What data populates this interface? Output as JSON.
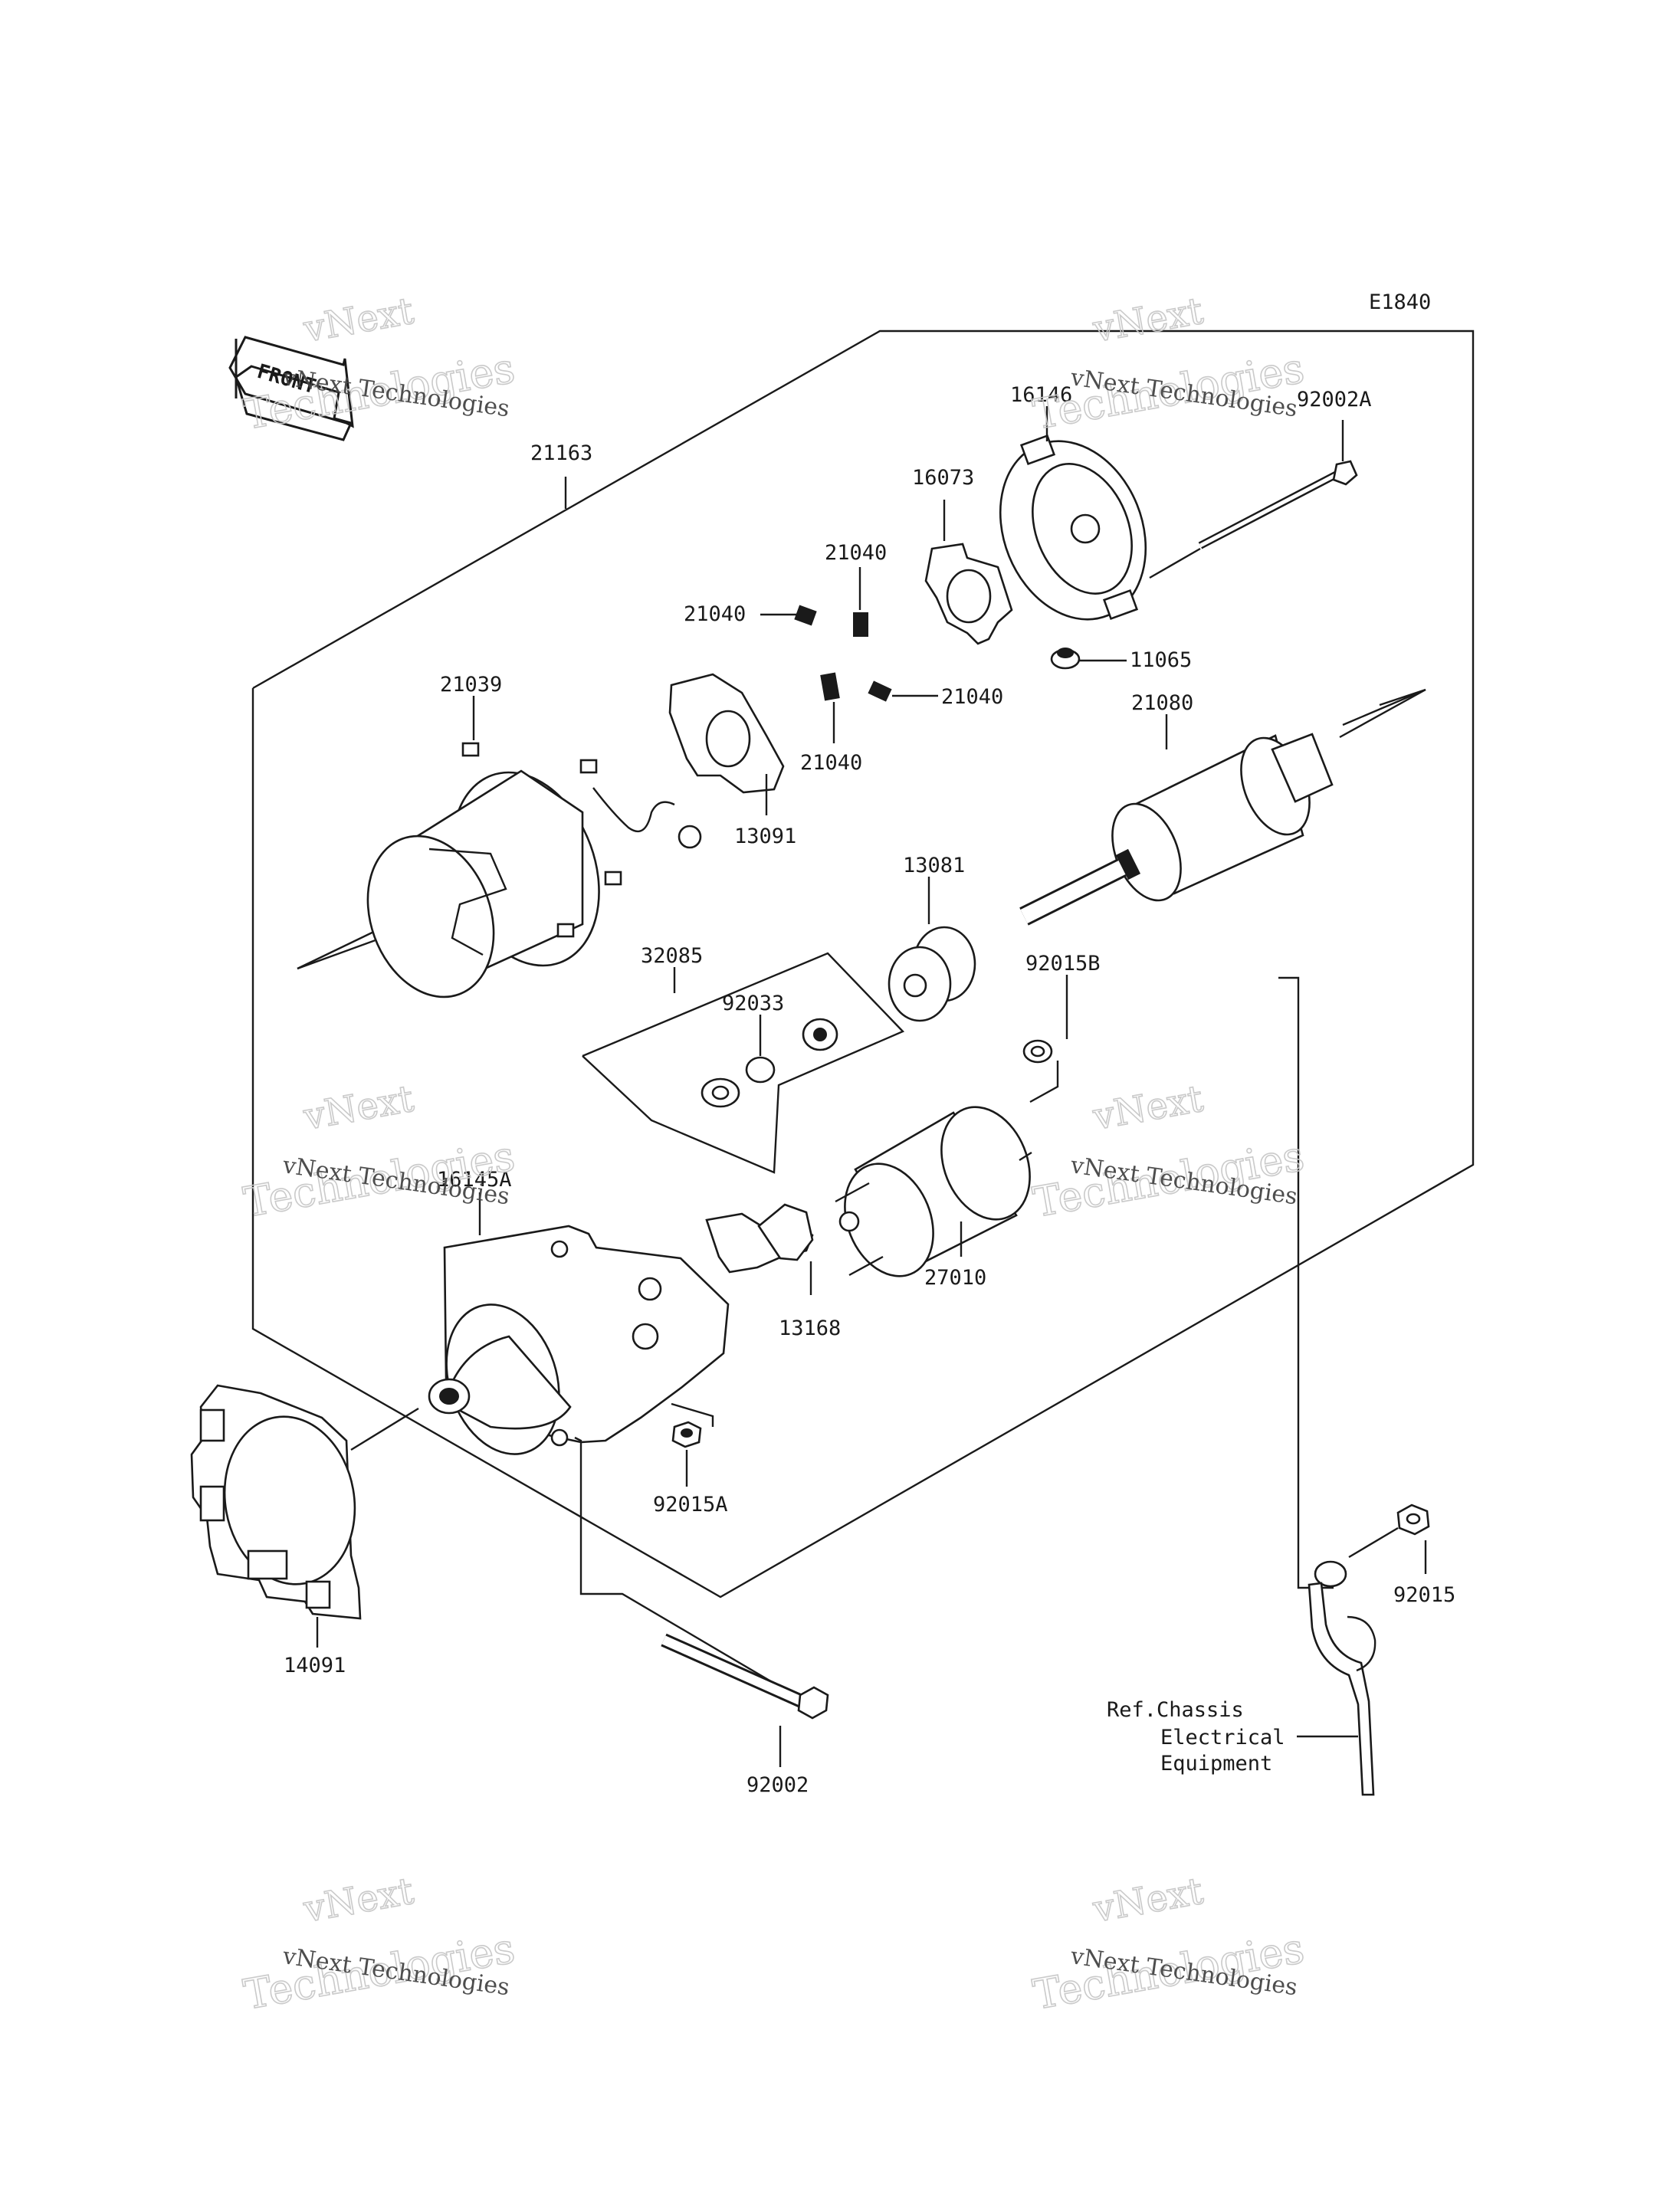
{
  "diagram_code": "E1840",
  "front_arrow": "FRONT",
  "parts": {
    "p21163": "21163",
    "p16146": "16146",
    "p92002A": "92002A",
    "p16073": "16073",
    "p21040a": "21040",
    "p21040b": "21040",
    "p21040c": "21040",
    "p21040d": "21040",
    "p11065": "11065",
    "p21039": "21039",
    "p21080": "21080",
    "p13091": "13091",
    "p13081": "13081",
    "p32085": "32085",
    "p92033": "92033",
    "p92015B": "92015B",
    "p16145A": "16145A",
    "p27010": "27010",
    "p13168": "13168",
    "p92015A": "92015A",
    "p92015": "92015",
    "p14091": "14091",
    "p92002": "92002"
  },
  "reference": {
    "line1": "Ref.Chassis",
    "line2": "Electrical",
    "line3": "Equipment"
  },
  "watermark": {
    "brand_small": "vNext Technologies",
    "brand_top": "vNext",
    "brand_bottom": "Technologies"
  }
}
